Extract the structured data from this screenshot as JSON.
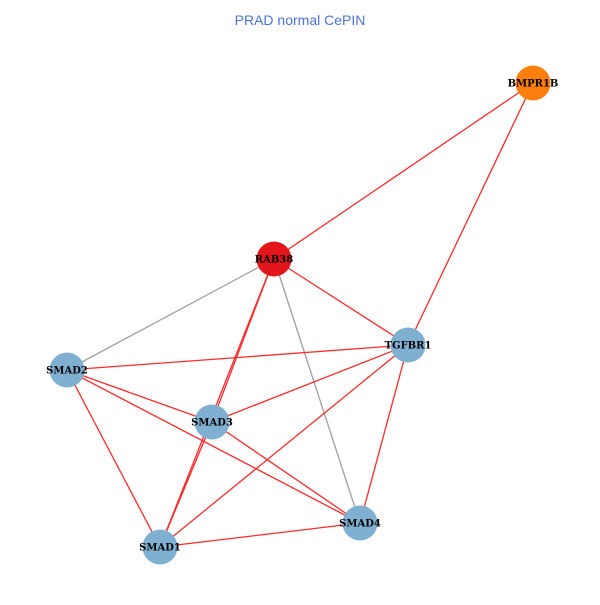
{
  "title": "PRAD normal CePIN",
  "colors": {
    "edge_positive": "#ff2a2a",
    "edge_neutral": "#a0a0a0",
    "node_default": "#7fb0d2",
    "node_highlight": "#e3171b",
    "node_secondary": "#ff7f0e"
  },
  "nodes": [
    {
      "id": "BMPR1B",
      "label": "BMPR1B",
      "color": "#ff7f0e"
    },
    {
      "id": "RAB38",
      "label": "RAB38",
      "color": "#e3171b"
    },
    {
      "id": "TGFBR1",
      "label": "TGFBR1",
      "color": "#7fb0d2"
    },
    {
      "id": "SMAD2",
      "label": "SMAD2",
      "color": "#7fb0d2"
    },
    {
      "id": "SMAD3",
      "label": "SMAD3",
      "color": "#7fb0d2"
    },
    {
      "id": "SMAD4",
      "label": "SMAD4",
      "color": "#7fb0d2"
    },
    {
      "id": "SMAD1",
      "label": "SMAD1",
      "color": "#7fb0d2"
    }
  ],
  "edges": [
    {
      "source": "BMPR1B",
      "target": "RAB38",
      "type": "positive"
    },
    {
      "source": "BMPR1B",
      "target": "TGFBR1",
      "type": "positive"
    },
    {
      "source": "RAB38",
      "target": "SMAD2",
      "type": "neutral"
    },
    {
      "source": "RAB38",
      "target": "SMAD4",
      "type": "neutral"
    },
    {
      "source": "RAB38",
      "target": "TGFBR1",
      "type": "positive"
    },
    {
      "source": "RAB38",
      "target": "SMAD3",
      "type": "positive"
    },
    {
      "source": "RAB38",
      "target": "SMAD1",
      "type": "positive"
    },
    {
      "source": "SMAD2",
      "target": "TGFBR1",
      "type": "positive"
    },
    {
      "source": "SMAD2",
      "target": "SMAD3",
      "type": "positive"
    },
    {
      "source": "SMAD2",
      "target": "SMAD4",
      "type": "positive"
    },
    {
      "source": "SMAD2",
      "target": "SMAD1",
      "type": "positive"
    },
    {
      "source": "TGFBR1",
      "target": "SMAD3",
      "type": "positive"
    },
    {
      "source": "TGFBR1",
      "target": "SMAD1",
      "type": "positive"
    },
    {
      "source": "TGFBR1",
      "target": "SMAD4",
      "type": "positive"
    },
    {
      "source": "SMAD3",
      "target": "SMAD4",
      "type": "positive"
    },
    {
      "source": "SMAD3",
      "target": "SMAD1",
      "type": "positive"
    },
    {
      "source": "SMAD1",
      "target": "SMAD4",
      "type": "positive"
    }
  ]
}
